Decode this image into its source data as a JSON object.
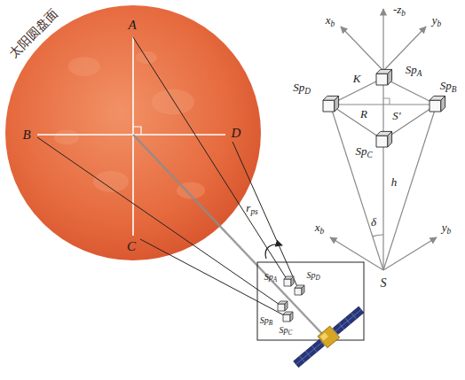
{
  "diagram": {
    "nodes": [
      {
        "text": [
          "太阳圆盘面"
        ]
      }
    ],
    "labels": [
      "A",
      "B",
      "C",
      "D",
      "rps",
      "SpA",
      "SpD",
      "SpB",
      "SpC",
      "-zb",
      "xb",
      "yb",
      "K",
      "SpD",
      "SpA",
      "SpB",
      "R",
      "S'",
      "SpC",
      "h",
      "δ",
      "xb",
      "yb",
      "S"
    ]
  }
}
